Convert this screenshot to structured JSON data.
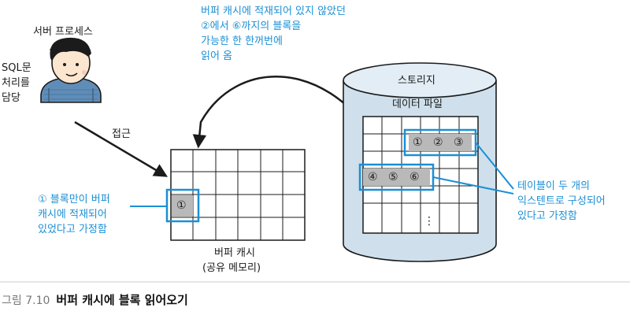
{
  "process": {
    "title": "서버 프로세스",
    "role_line1": "SQL문",
    "role_line2": "처리를",
    "role_line3": "담당"
  },
  "access_label": "접근",
  "read_note": {
    "line1": "버퍼 캐시에 적재되어 있지 않았던",
    "line2": "②에서 ⑥까지의 블록을",
    "line3": "가능한 한 한꺼번에",
    "line4": "읽어 옴"
  },
  "cached_note": {
    "line1": "① 블록만이 버퍼",
    "line2": "캐시에 적재되어",
    "line3": "있었다고 가정함"
  },
  "buffer_cache": {
    "label_line1": "버퍼 캐시",
    "label_line2": "(공유 메모리)",
    "cached_block": "①"
  },
  "storage": {
    "title": "스토리지",
    "file_label": "데이터 파일",
    "extent1_blocks": [
      "①",
      "②",
      "③"
    ],
    "extent2_blocks": [
      "④",
      "⑤",
      "⑥"
    ],
    "more": "⋮"
  },
  "extent_note": {
    "line1": "테이블이 두 개의",
    "line2": "익스텐트로 구성되어",
    "line3": "있다고 가정함"
  },
  "caption": {
    "number": "그림 7.10",
    "title": "버퍼 캐시에 블록 읽어오기"
  },
  "colors": {
    "accent": "#1a8fd6",
    "storage_fill": "#cfe0ec",
    "block_fill": "#b9b9b9"
  }
}
